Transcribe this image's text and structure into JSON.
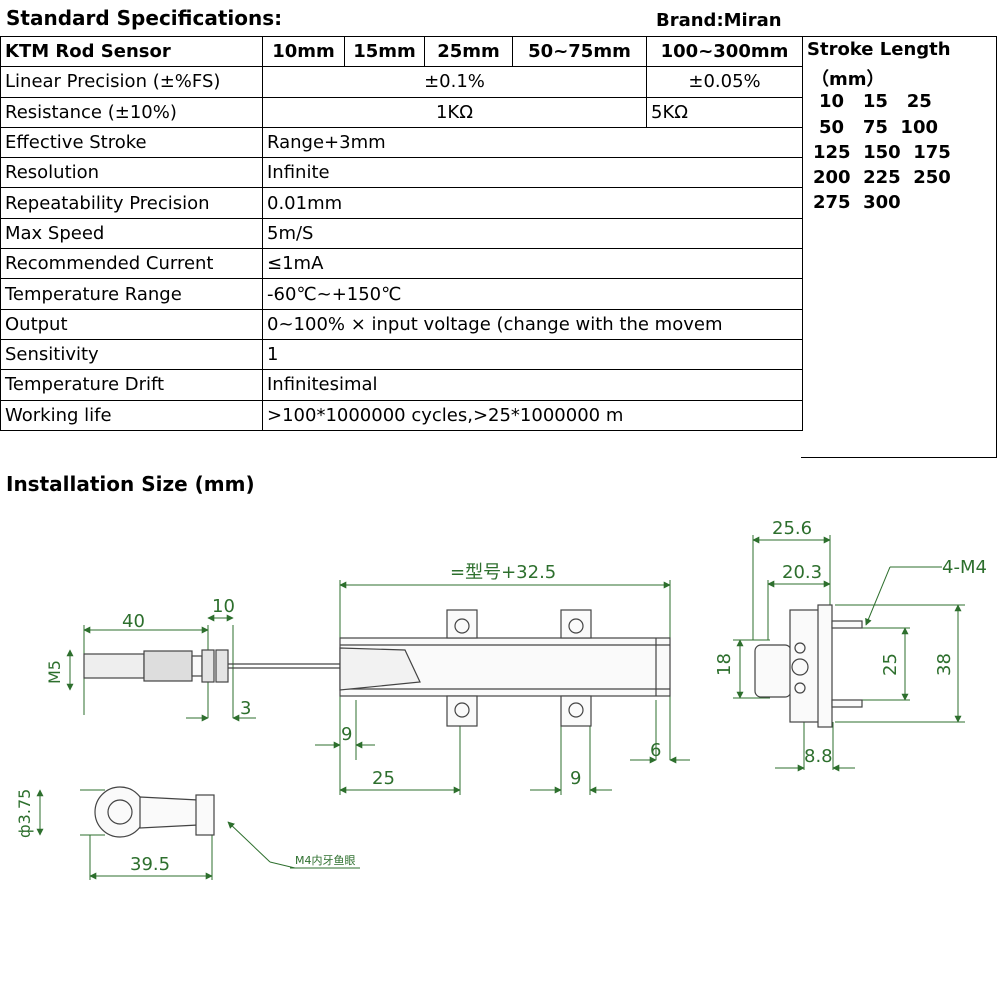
{
  "header": {
    "title": "Standard Specifications:",
    "brand": "Brand:Miran"
  },
  "table": {
    "header": [
      "KTM Rod Sensor",
      "10mm",
      "15mm",
      "25mm",
      "50~75mm",
      "100~300mm"
    ],
    "linear_precision": {
      "label": "Linear Precision (±%FS)",
      "value_small": "±0.1%",
      "value_large": "±0.05%"
    },
    "resistance": {
      "label": "Resistance (±10%)",
      "value_small": "1KΩ",
      "value_large": "5KΩ"
    },
    "rows": [
      {
        "label": "Effective Stroke",
        "value": "Range+3mm"
      },
      {
        "label": "Resolution",
        "value": "Infinite"
      },
      {
        "label": "Repeatability Precision",
        "value": "0.01mm"
      },
      {
        "label": "Max Speed",
        "value": "5m/S"
      },
      {
        "label": "Recommended Current",
        "value": "≤1mA"
      },
      {
        "label": "Temperature Range",
        "value": "-60℃~+150℃"
      },
      {
        "label": "Output",
        "value": "0~100% × input voltage (change with the movem"
      },
      {
        "label": "Sensitivity",
        "value": "1"
      },
      {
        "label": "Temperature Drift",
        "value": "Infinitesimal"
      }
    ],
    "working_life": {
      "label": "Working life",
      "value": ">100*1000000 cycles,>25*1000000 m"
    }
  },
  "stroke": {
    "title": "Stroke Length",
    "unit": "（mm）",
    "rows": [
      "10   15   25",
      "50   75  100",
      "125  150  175",
      "200  225  250",
      "275  300"
    ]
  },
  "installation": {
    "title": "Installation Size (mm)",
    "dims": {
      "d40": "40",
      "d10": "10",
      "m5": "M5",
      "d3": "3",
      "model": "=型号+32.5",
      "d9a": "9",
      "d25": "25",
      "d9b": "9",
      "d6": "6",
      "d256": "25.6",
      "d203": "20.3",
      "m4": "4-M4",
      "d18": "18",
      "d25b": "25",
      "d38": "38",
      "d88": "8.8",
      "d375": "ф3.75",
      "d395": "39.5",
      "m4note": "M4内牙鱼眼"
    }
  }
}
